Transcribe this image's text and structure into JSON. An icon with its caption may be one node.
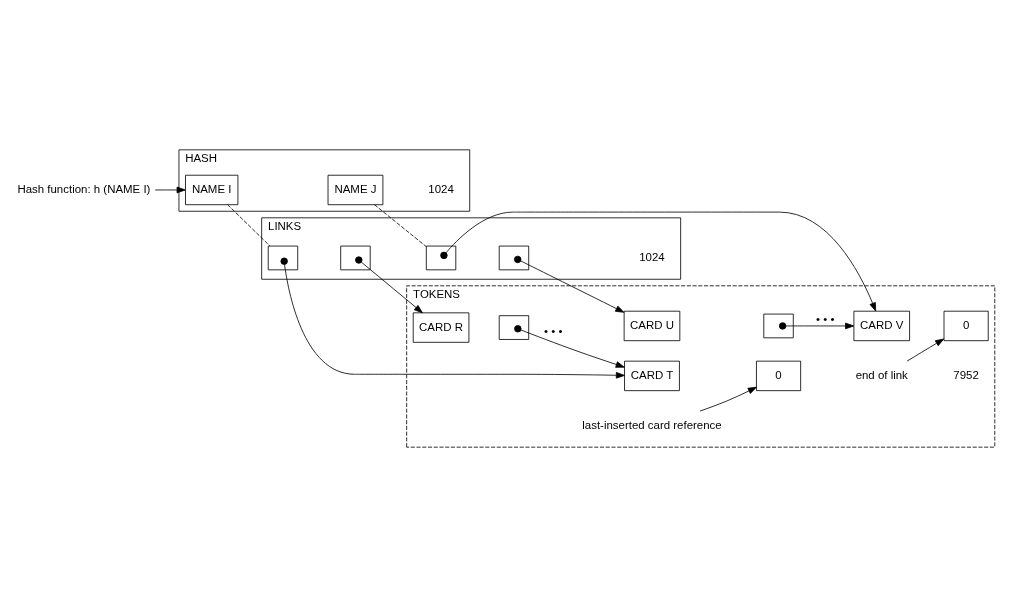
{
  "diagram": {
    "nodes": [
      {
        "text": [
          "Hash function: h (NAME I)"
        ]
      },
      {
        "text": [
          "HASH"
        ],
        "beside": [
          "1024"
        ]
      },
      {
        "text": [
          "NAME I"
        ],
        "in": 1
      },
      {
        "text": [
          "NAME J"
        ],
        "in": 1
      },
      {
        "text": [
          "LINKS"
        ],
        "beside": [
          "1024"
        ]
      },
      {
        "text": [],
        "shape": "box",
        "in": 4
      },
      {
        "text": [],
        "shape": "box",
        "in": 4
      },
      {
        "text": [],
        "shape": "box",
        "in": 4
      },
      {
        "text": [],
        "shape": "box",
        "in": 4
      },
      {
        "text": [
          "TOKENS"
        ],
        "beside": [
          "7952"
        ]
      },
      {
        "text": [
          "CARD R"
        ],
        "in": 9
      },
      {
        "text": [],
        "shape": "box",
        "in": 9
      },
      {
        "text": [
          "CARD T"
        ],
        "in": 9
      },
      {
        "text": [
          "0"
        ],
        "in": 9
      },
      {
        "text": [
          "CARD U"
        ],
        "in": 9
      },
      {
        "text": [],
        "shape": "box",
        "in": 9
      },
      {
        "text": [
          "CARD V"
        ],
        "in": 9
      },
      {
        "text": [
          "0"
        ],
        "in": 9
      },
      {
        "text": [
          "last-inserted card reference"
        ],
        "in": 9
      },
      {
        "text": [
          "end of link"
        ],
        "in": 9
      }
    ],
    "edges": [
      {
        "from": 0,
        "to": 2,
        "arrow": "to"
      },
      {
        "from": 2,
        "to": 5,
        "arrow": "none",
        "style": "dashed"
      },
      {
        "from": 3,
        "to": 7,
        "arrow": "none",
        "style": "dashed"
      },
      {
        "from": 5,
        "to": 12,
        "arrow": "to"
      },
      {
        "from": 6,
        "to": 10,
        "arrow": "to"
      },
      {
        "from": 11,
        "to": 12,
        "arrow": "to",
        "label": "• • •"
      },
      {
        "from": 7,
        "to": 16,
        "arrow": "to"
      },
      {
        "from": 8,
        "to": 14,
        "arrow": "to"
      },
      {
        "from": 15,
        "to": 16,
        "arrow": "to",
        "label": "• • •"
      },
      {
        "from": 18,
        "to": 13,
        "arrow": "to"
      },
      {
        "from": 19,
        "to": 17,
        "arrow": "to"
      }
    ]
  }
}
